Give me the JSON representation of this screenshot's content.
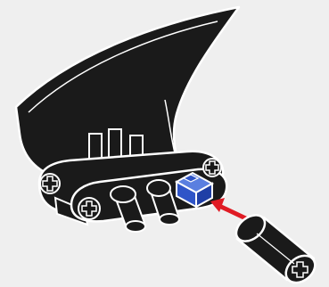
{
  "illustration": {
    "background_color": "#efefef",
    "part_color": "#1a1a1a",
    "outline_color": "#ffffff",
    "highlight_color": "#2f55c8",
    "arrow_color": "#e01b24",
    "parts": [
      {
        "name": "curved-panel",
        "color": "part_color"
      },
      {
        "name": "beam-with-cross-holes",
        "color": "part_color"
      },
      {
        "name": "pins",
        "color": "part_color"
      },
      {
        "name": "axle-connector",
        "color": "highlight_color"
      },
      {
        "name": "bushing",
        "color": "part_color"
      }
    ],
    "arrow": {
      "direction": "toward-axle-connector"
    }
  }
}
